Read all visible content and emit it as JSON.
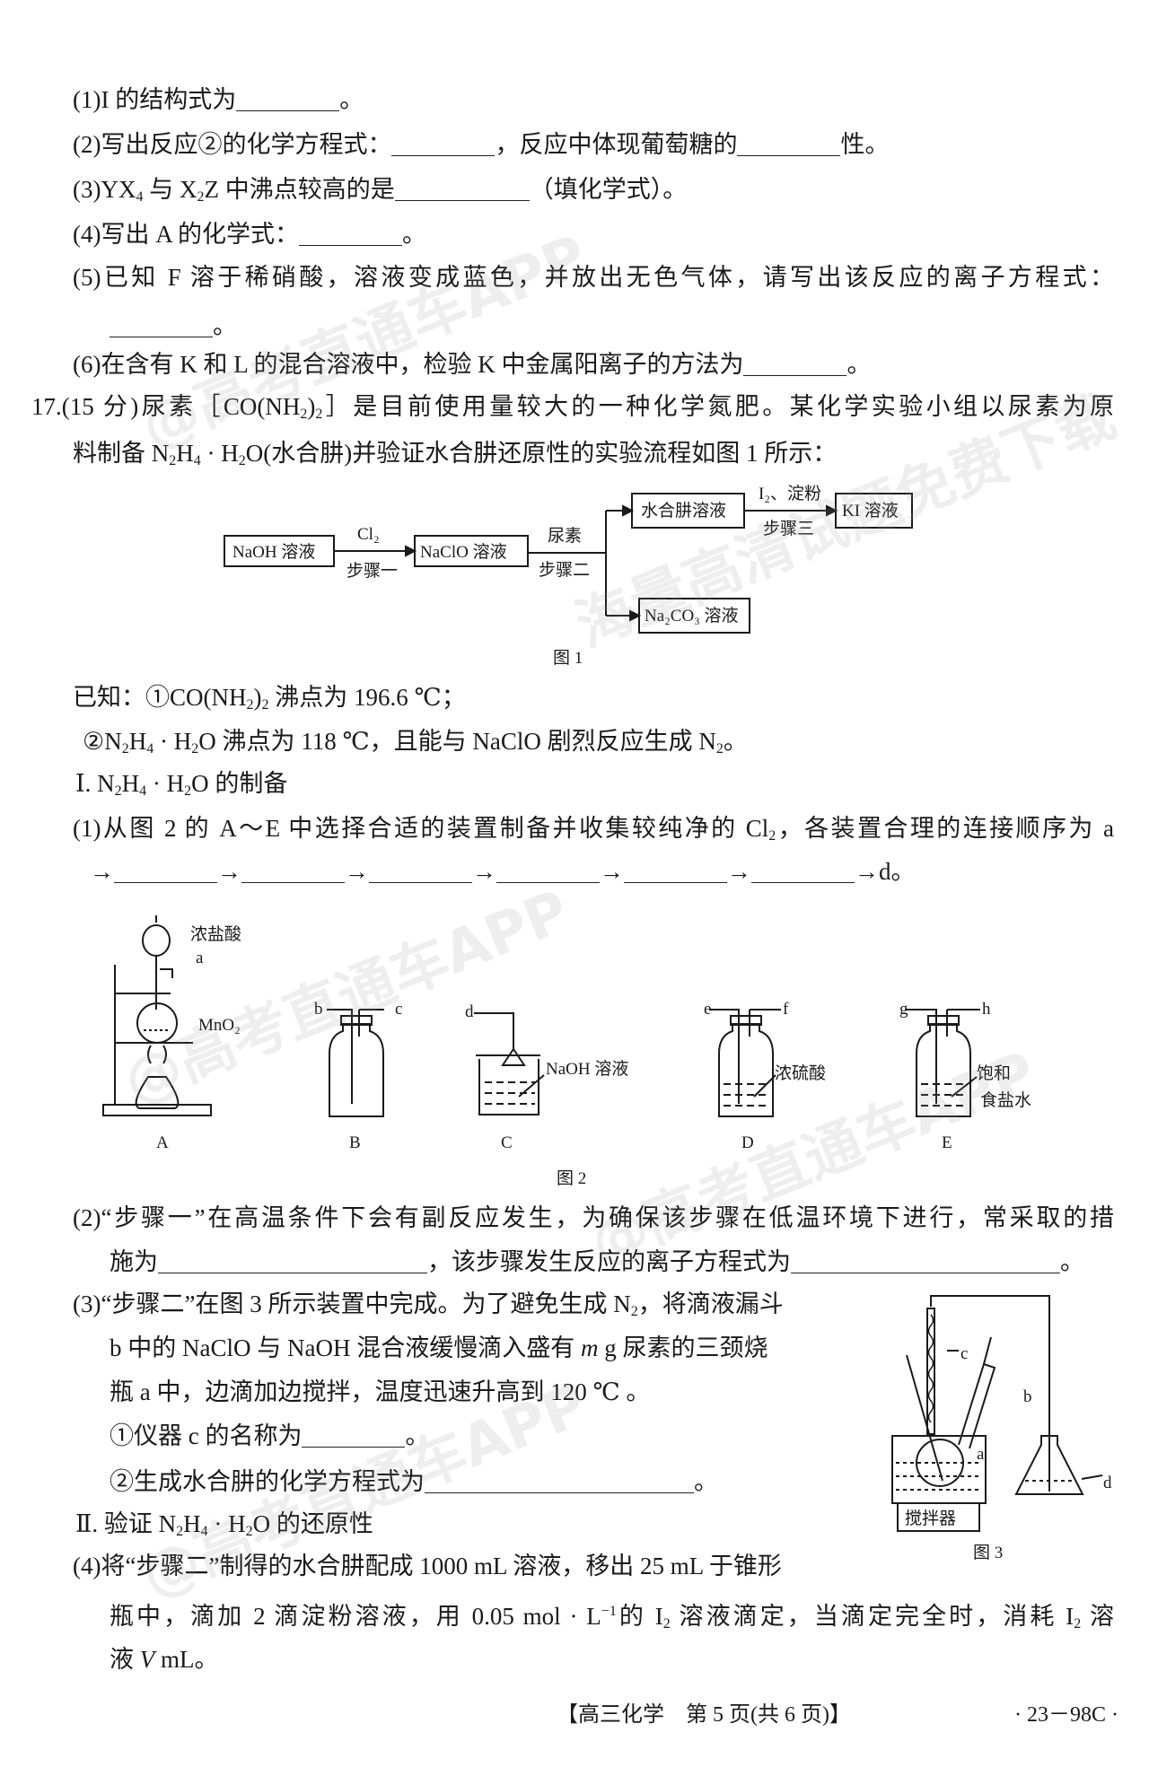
{
  "lines": [
    {
      "id": "q16-1",
      "segs": [
        "(1)I 的结构式为",
        [
          "blank",
          "m"
        ],
        "。"
      ]
    },
    {
      "id": "q16-2",
      "segs": [
        "(2)写出反应②的化学方程式：",
        [
          "blank",
          "m"
        ],
        "，反应中体现葡萄糖的",
        [
          "blank",
          "m"
        ],
        "性。"
      ]
    },
    {
      "id": "q16-3",
      "segs": [
        "(3)YX",
        [
          "sub",
          "4"
        ],
        " 与 X",
        [
          "sub",
          "2"
        ],
        "Z 中沸点较高的是",
        [
          "blank",
          "l"
        ],
        "（填化学式）。"
      ]
    },
    {
      "id": "q16-4",
      "segs": [
        "(4)写出 A 的化学式：",
        [
          "blank",
          "m"
        ],
        "。"
      ]
    },
    {
      "id": "q16-5",
      "segs": [
        "(5)已知 F 溶于稀硝酸，溶液变成蓝色，并放出无色气体，请写出该反应的离子方程式："
      ]
    },
    {
      "id": "q16-5b",
      "segs": [
        [
          "blank",
          "m"
        ],
        "。"
      ]
    },
    {
      "id": "q16-6",
      "segs": [
        "(6)在含有 K 和 L 的混合溶液中，检验 K 中金属阳离子的方法为",
        [
          "blank",
          "m"
        ],
        "。"
      ]
    },
    {
      "id": "q17-intro-1",
      "segs": [
        "17.(15 分)尿素［CO(NH",
        [
          "sub",
          "2"
        ],
        ")",
        [
          "sub",
          "2"
        ],
        "］是目前使用量较大的一种化学氮肥。某化学实验小组以尿素为原"
      ]
    },
    {
      "id": "q17-intro-2",
      "segs": [
        "料制备 N",
        [
          "sub",
          "2"
        ],
        "H",
        [
          "sub",
          "4"
        ],
        " · H",
        [
          "sub",
          "2"
        ],
        "O(水合肼)并验证水合肼还原性的实验流程如图 1 所示："
      ]
    },
    {
      "id": "known-1",
      "segs": [
        "已知：①CO(NH",
        [
          "sub",
          "2"
        ],
        ")",
        [
          "sub",
          "2"
        ],
        " 沸点为 196.6 ℃；"
      ]
    },
    {
      "id": "known-2",
      "segs": [
        "②N",
        [
          "sub",
          "2"
        ],
        "H",
        [
          "sub",
          "4"
        ],
        " · H",
        [
          "sub",
          "2"
        ],
        "O 沸点为 118 ℃，且能与 NaClO 剧烈反应生成 N",
        [
          "sub",
          "2"
        ],
        "。"
      ]
    },
    {
      "id": "section-1",
      "segs": [
        "Ⅰ. N",
        [
          "sub",
          "2"
        ],
        "H",
        [
          "sub",
          "4"
        ],
        " · H",
        [
          "sub",
          "2"
        ],
        "O 的制备"
      ]
    },
    {
      "id": "q17-1a",
      "segs": [
        "(1)从图 2 的 A～E 中选择合适的装置制备并收集较纯净的 Cl",
        [
          "sub",
          "2"
        ],
        "，各装置合理的连接顺序为 a"
      ]
    },
    {
      "id": "q17-1b",
      "segs": [
        "→",
        [
          "blank",
          "ar"
        ],
        "→",
        [
          "blank",
          "ar"
        ],
        "→",
        [
          "blank",
          "ar"
        ],
        "→",
        [
          "blank",
          "ar"
        ],
        "→",
        [
          "blank",
          "ar"
        ],
        "→",
        [
          "blank",
          "ar"
        ],
        "→d。"
      ]
    },
    {
      "id": "q17-2a",
      "segs": [
        "(2)“步骤一”在高温条件下会有副反应发生，为确保该步骤在低温环境下进行，常采取的措"
      ]
    },
    {
      "id": "q17-2b",
      "segs": [
        "施为",
        [
          "blank",
          "xl"
        ],
        "，该步骤发生反应的离子方程式为",
        [
          "blank",
          "xl"
        ],
        "。"
      ]
    },
    {
      "id": "q17-3a",
      "segs": [
        "(3)“步骤二”在图 3 所示装置中完成。为了避免生成 N",
        [
          "sub",
          "2"
        ],
        "，将滴液漏斗"
      ]
    },
    {
      "id": "q17-3b",
      "segs": [
        "b 中的 NaClO 与 NaOH 混合液缓慢滴入盛有 ",
        [
          "i",
          "m"
        ],
        " g 尿素的三颈烧"
      ]
    },
    {
      "id": "q17-3c",
      "segs": [
        "瓶 a 中，边滴加边搅拌，温度迅速升高到 120 ℃ 。"
      ]
    },
    {
      "id": "q17-3d",
      "segs": [
        "①仪器 c 的名称为",
        [
          "blank",
          "m"
        ],
        "。"
      ]
    },
    {
      "id": "q17-3e",
      "segs": [
        "②生成水合肼的化学方程式为",
        [
          "blank",
          "xl"
        ],
        "。"
      ]
    },
    {
      "id": "section-2",
      "segs": [
        "Ⅱ. 验证 N",
        [
          "sub",
          "2"
        ],
        "H",
        [
          "sub",
          "4"
        ],
        " · H",
        [
          "sub",
          "2"
        ],
        "O 的还原性"
      ]
    },
    {
      "id": "q17-4a",
      "segs": [
        "(4)将“步骤二”制得的水合肼配成 1000 mL 溶液，移出 25 mL 于锥形"
      ]
    },
    {
      "id": "q17-4b",
      "segs": [
        "瓶中，滴加 2 滴淀粉溶液，用 0.05 mol · L",
        [
          "sup",
          "−1"
        ],
        "的 I",
        [
          "sub",
          "2"
        ],
        " 溶液滴定，当滴定完全时，消耗 I",
        [
          "sub",
          "2"
        ],
        " 溶"
      ]
    },
    {
      "id": "q17-4c",
      "segs": [
        "液 ",
        [
          "i",
          "V"
        ],
        " mL。"
      ]
    }
  ],
  "figure1": {
    "naoh": "NaOH 溶液",
    "cl2": "Cl₂",
    "step1": "步骤一",
    "naclo": "NaClO 溶液",
    "urea": "尿素",
    "step2": "步骤二",
    "hydrazine": "水合肼溶液",
    "i2": "I₂、淀粉",
    "step3": "步骤三",
    "ki": "KI 溶液",
    "na2co3": "Na₂CO₃ 溶液",
    "caption": "图 1"
  },
  "figure2": {
    "hcl": "浓盐酸",
    "a": "a",
    "mno2": "MnO₂",
    "b": "b",
    "c": "c",
    "d": "d",
    "naoh": "NaOH 溶液",
    "e": "e",
    "f": "f",
    "h2so4": "浓硫酸",
    "g": "g",
    "h": "h",
    "brine1": "饱和",
    "brine2": "食盐水",
    "labels": [
      "A",
      "B",
      "C",
      "D",
      "E"
    ],
    "caption": "图 2"
  },
  "figure3": {
    "c": "c",
    "b": "b",
    "a": "a",
    "d": "d",
    "stirrer": "搅拌器",
    "caption": "图 3"
  },
  "footer": {
    "title": "【高三化学　第 5 页(共 6 页)】",
    "code": "· 23－98C ·"
  },
  "watermark": {
    "line1": "@高考直通车APP",
    "line2": "海量高清试题免费下载"
  }
}
